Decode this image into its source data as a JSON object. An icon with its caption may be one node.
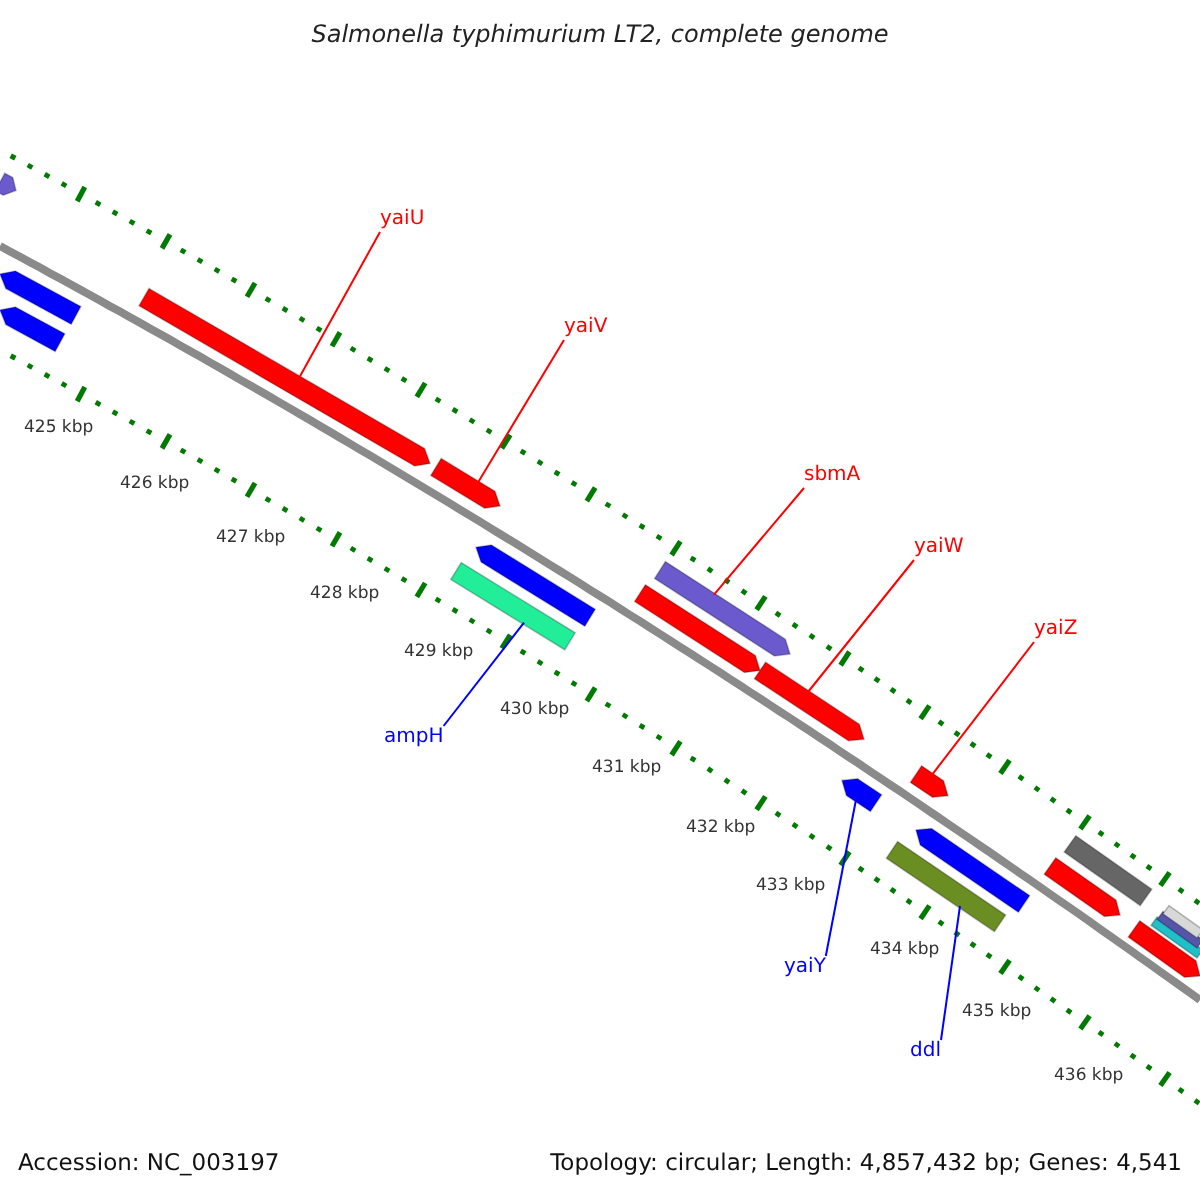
{
  "diagram": {
    "title": "Salmonella typhimurium LT2, complete genome",
    "nodes": [
      {
        "text": [
          "yaiU"
        ]
      },
      {
        "text": [
          "yaiV"
        ]
      },
      {
        "text": [
          "sbmA"
        ]
      },
      {
        "text": [
          "yaiW"
        ]
      },
      {
        "text": [
          "yaiZ"
        ]
      },
      {
        "text": [
          "ampH"
        ]
      },
      {
        "text": [
          "yaiY"
        ]
      },
      {
        "text": [
          "ddl"
        ]
      },
      {
        "text": [],
        "shape": "bar"
      },
      {
        "text": [],
        "shape": "bar"
      },
      {
        "text": [],
        "shape": "bar"
      },
      {
        "text": [],
        "shape": "bar"
      },
      {
        "text": [],
        "shape": "bar"
      },
      {
        "text": [],
        "shape": "bar"
      },
      {
        "text": [],
        "shape": "bar"
      },
      {
        "text": [],
        "shape": "bar"
      },
      {
        "text": [],
        "shape": "bar"
      },
      {
        "text": [],
        "shape": "bar"
      },
      {
        "text": [],
        "shape": "bar"
      },
      {
        "text": [],
        "shape": "bar"
      },
      {
        "text": [],
        "shape": "bar"
      },
      {
        "text": [],
        "shape": "bar"
      },
      {
        "text": [],
        "shape": "bar"
      },
      {
        "text": [],
        "shape": "bar"
      },
      {
        "text": [],
        "shape": "bar"
      },
      {
        "text": [],
        "shape": "bar"
      },
      {
        "text": [],
        "shape": "bar"
      },
      {
        "text": [],
        "shape": "bar"
      }
    ],
    "edges": [
      {
        "from": 0,
        "to": 11,
        "arrow": "none"
      },
      {
        "from": 1,
        "to": 12,
        "arrow": "none"
      },
      {
        "from": 2,
        "to": 16,
        "arrow": "none"
      },
      {
        "from": 3,
        "to": 17,
        "arrow": "none"
      },
      {
        "from": 4,
        "to": 20,
        "arrow": "none"
      },
      {
        "from": 5,
        "to": 13,
        "arrow": "none",
        "color": "#0000ff"
      },
      {
        "from": 6,
        "to": 18,
        "arrow": "none",
        "color": "#0000ff"
      },
      {
        "from": 7,
        "to": 19,
        "arrow": "none",
        "color": "#0000ff"
      }
    ],
    "labels": [
      "425 kbp",
      "426 kbp",
      "427 kbp",
      "428 kbp",
      "429 kbp",
      "430 kbp",
      "431 kbp",
      "432 kbp",
      "433 kbp",
      "434 kbp",
      "435 kbp",
      "436 kbp",
      "Accession: NC_003197",
      "Topology: circular; Length: 4,857,432 bp; Genes: 4,541"
    ]
  }
}
